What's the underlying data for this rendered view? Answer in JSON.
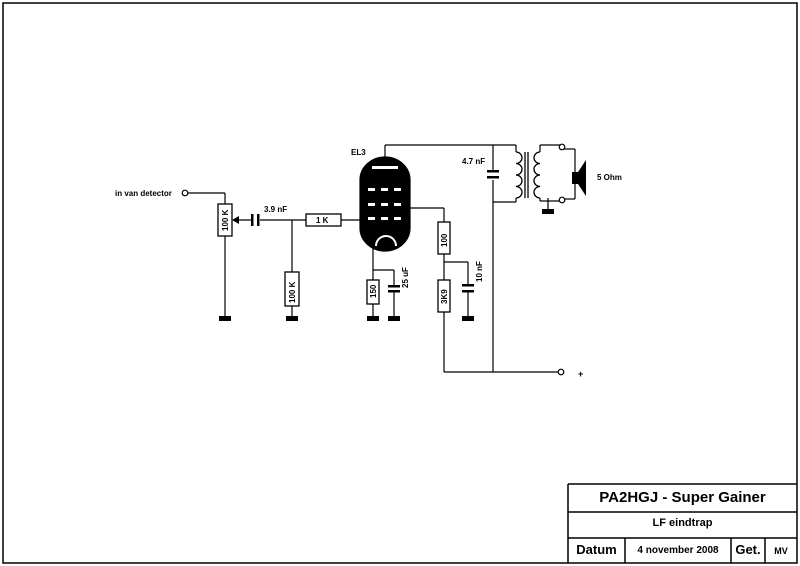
{
  "schematic": {
    "labels": {
      "input": "in van detector",
      "tube": "EL3",
      "c_coupling": "3.9 nF",
      "r_pot": "100 K",
      "r_grid_stop": "1 K",
      "r_grid_leak": "100 K",
      "r_cathode": "150",
      "c_cathode": "25 uF",
      "r_screen": "100",
      "r_screen_drop": "3K9",
      "c_screen": "10 nF",
      "c_anode": "4.7 nF",
      "speaker": "5 Ohm",
      "supply_plus": "+"
    }
  },
  "title_block": {
    "title": "PA2HGJ - Super Gainer",
    "subtitle": "LF eindtrap",
    "date_label": "Datum",
    "date_value": "4 november 2008",
    "drawn_label": "Get.",
    "drawn_value": "MV"
  }
}
